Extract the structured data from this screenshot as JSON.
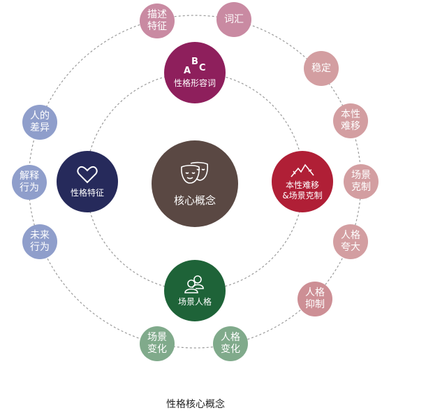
{
  "colors": {
    "outer_pink": "#c98aa2",
    "outer_rose": "#d39ea1",
    "outer_rose_dark": "#cd8f95",
    "outer_green": "#80aa8b",
    "outer_blue": "#8f9ecb",
    "inner_magenta": "#8e1f5c",
    "inner_navy": "#262a5b",
    "inner_red": "#b01f36",
    "inner_green": "#1e6338",
    "center_brown": "#5a4843",
    "ring": "#9a9a9a"
  },
  "center": {
    "label": "核心概念",
    "icon": "theater-masks-icon"
  },
  "inner_nodes": [
    {
      "label": "性格形容词",
      "icon": "abc-letters-icon",
      "icon_text": [
        "A",
        "B",
        "C"
      ]
    },
    {
      "label": "性格特征",
      "icon": "heart-icon"
    },
    {
      "label": "本性难移&场景克制",
      "line1": "本性难移",
      "line2": "&场景克制",
      "icon": "mountain-icon"
    },
    {
      "label": "场景人格",
      "icon": "people-icon"
    }
  ],
  "outer_nodes": [
    {
      "label": "描述特征"
    },
    {
      "label": "词汇"
    },
    {
      "label": "稳定"
    },
    {
      "label": "本性难移"
    },
    {
      "label": "场景克制"
    },
    {
      "label": "人格夸大"
    },
    {
      "label": "人格抑制"
    },
    {
      "label": "人格变化"
    },
    {
      "label": "场景变化"
    },
    {
      "label": "未来行为"
    },
    {
      "label": "解释行为"
    },
    {
      "label": "人的差异"
    }
  ],
  "caption": "性格核心概念"
}
